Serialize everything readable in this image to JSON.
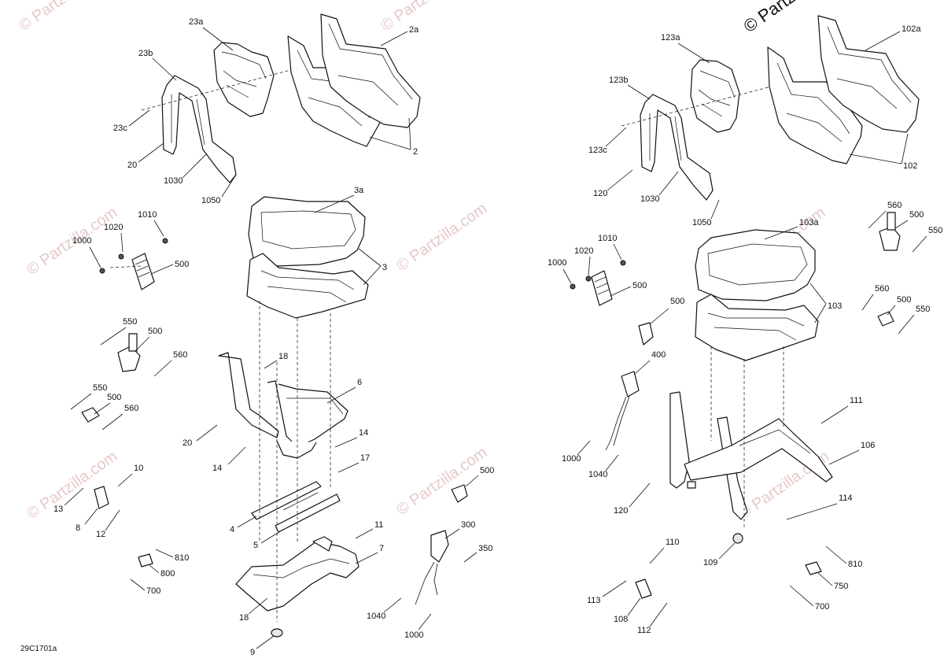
{
  "figure_code": "29C1701a",
  "copyright_mark": "© Partzilla.com",
  "watermark_text": "© Partzilla.com",
  "callouts": {
    "left": {
      "c23a": "23a",
      "c23b": "23b",
      "c23c": "23c",
      "c20a": "20",
      "c1030": "1030",
      "c1050": "1050",
      "c2a": "2a",
      "c2": "2",
      "c3a": "3a",
      "c3": "3",
      "c1010": "1010",
      "c1020": "1020",
      "c1000": "1000",
      "c500a": "500",
      "c550a": "550",
      "c500b": "500",
      "c560a": "560",
      "c550b": "550",
      "c500c": "500",
      "c560b": "560",
      "c18a": "18",
      "c6": "6",
      "c20b": "20",
      "c14a": "14",
      "c14b": "14",
      "c17": "17",
      "c10": "10",
      "c13": "13",
      "c8": "8",
      "c12": "12",
      "c4": "4",
      "c5": "5",
      "c11": "11",
      "c7": "7",
      "c500d": "500",
      "c810": "810",
      "c800": "800",
      "c700": "700",
      "c300": "300",
      "c350": "350",
      "c1040": "1040",
      "c1000b": "1000",
      "c18b": "18",
      "c9": "9"
    },
    "right": {
      "c123a": "123a",
      "c123b": "123b",
      "c123c": "123c",
      "c120a": "120",
      "c1030": "1030",
      "c1050": "1050",
      "c102a": "102a",
      "c102": "102",
      "c103a": "103a",
      "c103": "103",
      "c1010": "1010",
      "c1020": "1020",
      "c1000": "1000",
      "c500a": "500",
      "c560a": "560",
      "c500b": "500",
      "c550a": "550",
      "c560b": "560",
      "c500c": "500",
      "c550b": "550",
      "c500d": "500",
      "c400": "400",
      "c111": "111",
      "c1000b": "1000",
      "c1040": "1040",
      "c106": "106",
      "c120b": "120",
      "c114": "114",
      "c110": "110",
      "c109": "109",
      "c113": "113",
      "c108": "108",
      "c112": "112",
      "c810": "810",
      "c750": "750",
      "c700": "700"
    }
  }
}
